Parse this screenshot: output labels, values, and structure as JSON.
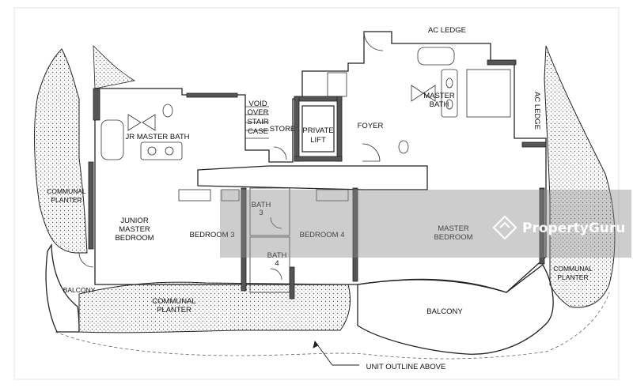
{
  "rooms": {
    "ac_ledge_top": "AC LEDGE",
    "ac_ledge_right": "AC LEDGE",
    "jr_master_bath": "JR MASTER BATH",
    "void_line1": "VOID",
    "void_line2": "OVER",
    "void_line3": "STAIR",
    "void_line4": "CASE",
    "store": "STORE",
    "private_lift_line1": "PRIVATE",
    "private_lift_line2": "LIFT",
    "foyer": "FOYER",
    "master_bath_line1": "MASTER",
    "master_bath_line2": "BATH",
    "communal_planter_left_line1": "COMMUNAL",
    "communal_planter_left_line2": "PLANTER",
    "junior_master_bedroom_line1": "JUNIOR",
    "junior_master_bedroom_line2": "MASTER",
    "junior_master_bedroom_line3": "BEDROOM",
    "bedroom3": "BEDROOM 3",
    "bath3_line1": "BATH",
    "bath3_line2": "3",
    "bedroom4": "BEDROOM 4",
    "bath4_line1": "BATH",
    "bath4_line2": "4",
    "master_bedroom_line1": "MASTER",
    "master_bedroom_line2": "BEDROOM",
    "communal_planter_right_line1": "COMMUNAL",
    "communal_planter_right_line2": "PLANTER",
    "balcony_left": "BALCONY",
    "communal_planter_bottom_line1": "COMMUNAL",
    "communal_planter_bottom_line2": "PLANTER",
    "balcony_right": "BALCONY"
  },
  "annotations": {
    "unit_outline": "UNIT OUTLINE ABOVE"
  },
  "watermark": {
    "brand": "PropertyGuru",
    "color": "#ffffff"
  },
  "colors": {
    "background": "#ffffff",
    "lines": "#222222",
    "walls": "#555555"
  }
}
